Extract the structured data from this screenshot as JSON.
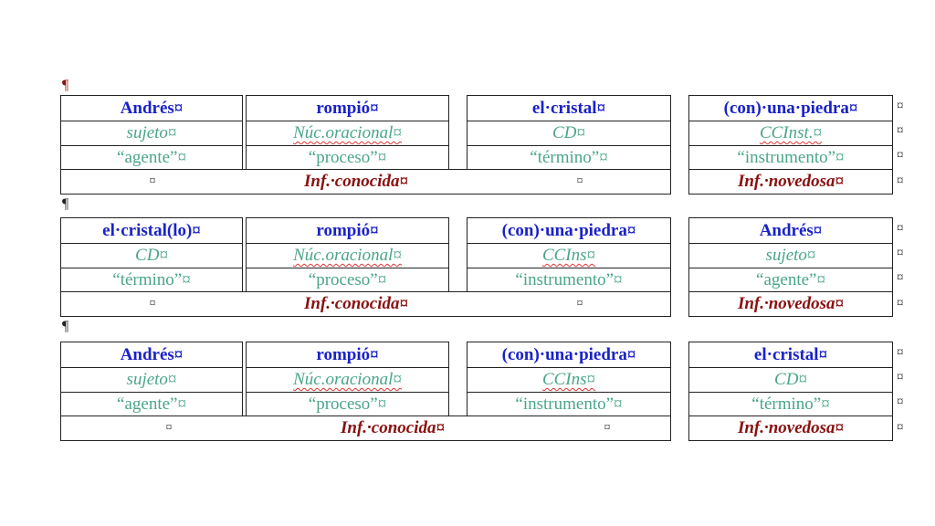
{
  "first_mark": "¶",
  "blocks": [
    {
      "cols": [
        {
          "header": "Andrés¤",
          "func": "sujeto¤",
          "role": "“agente”¤"
        },
        {
          "header": "rompió¤",
          "func": "Núc.oracional¤",
          "role": "“proceso”¤"
        },
        {
          "header": "el·cristal¤",
          "func": "CD¤",
          "role": "“término”¤"
        },
        {
          "header": "(con)·una·piedra¤",
          "func": "CCInst.¤",
          "role": "“instrumento”¤"
        }
      ],
      "info_known": "Inf.·conocida¤",
      "info_new": "Inf.·novedosa¤",
      "cell_mark": "¤"
    },
    {
      "cols": [
        {
          "header": "el·cristal(lo)¤",
          "func": "CD¤",
          "role": "“término”¤"
        },
        {
          "header": "rompió¤",
          "func": "Núc.oracional¤",
          "role": "“proceso”¤"
        },
        {
          "header": "(con)·una·piedra¤",
          "func": "CCIns¤",
          "role": "“instrumento”¤"
        },
        {
          "header": "Andrés¤",
          "func": "sujeto¤",
          "role": "“agente”¤"
        }
      ],
      "info_known": "Inf.·conocida¤",
      "info_new": "Inf.·novedosa¤",
      "cell_mark": "¤"
    },
    {
      "cols": [
        {
          "header": "Andrés¤",
          "func": "sujeto¤",
          "role": "“agente”¤"
        },
        {
          "header": "rompió¤",
          "func": "Núc.oracional¤",
          "role": "“proceso”¤"
        },
        {
          "header": "(con)·una·piedra¤",
          "func": "CCIns¤",
          "role": "“instrumento”¤"
        },
        {
          "header": "el·cristal¤",
          "func": "CD¤",
          "role": "“término”¤"
        }
      ],
      "info_known": "Inf.·conocida¤",
      "info_new": "Inf.·novedosa¤",
      "cell_mark": "¤"
    }
  ],
  "paragraph_mark": "¶",
  "row_end_mark": "¤",
  "colors": {
    "header": "#1a22c8",
    "function": "#4aa58a",
    "info": "#8a1010"
  }
}
